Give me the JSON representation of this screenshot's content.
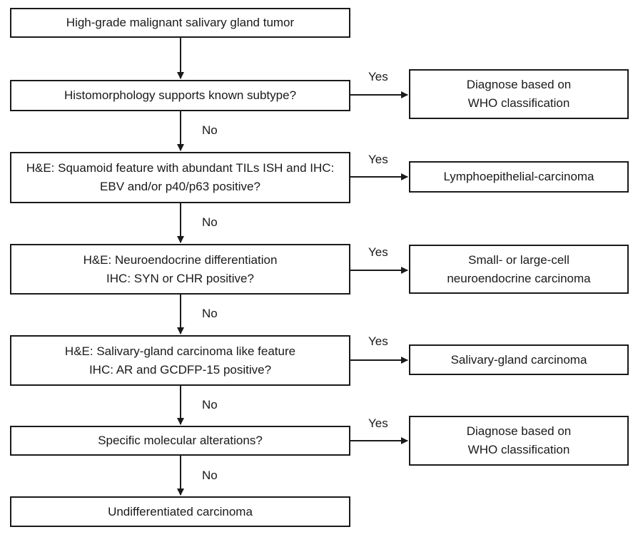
{
  "nodes": {
    "start": {
      "text": "High-grade malignant salivary gland tumor"
    },
    "q1": {
      "text": "Histomorphology supports known subtype?"
    },
    "r1": {
      "line1": "Diagnose based on",
      "line2": "WHO classification"
    },
    "q2": {
      "line1": "H&E: Squamoid feature with abundant TILs ISH and IHC:",
      "line2": "EBV and/or p40/p63 positive?"
    },
    "r2": {
      "text": "Lymphoepithelial-carcinoma"
    },
    "q3": {
      "line1": "H&E: Neuroendocrine differentiation",
      "line2": "IHC: SYN or CHR positive?"
    },
    "r3": {
      "line1": "Small- or large-cell",
      "line2": "neuroendocrine carcinoma"
    },
    "q4": {
      "line1": "H&E: Salivary-gland carcinoma like feature",
      "line2": "IHC: AR and GCDFP-15 positive?"
    },
    "r4": {
      "text": "Salivary-gland carcinoma"
    },
    "q5": {
      "text": "Specific molecular alterations?"
    },
    "r5": {
      "line1": "Diagnose based on",
      "line2": "WHO classification"
    },
    "end": {
      "text": "Undifferentiated carcinoma"
    }
  },
  "edge_labels": {
    "yes": "Yes",
    "no": "No"
  }
}
